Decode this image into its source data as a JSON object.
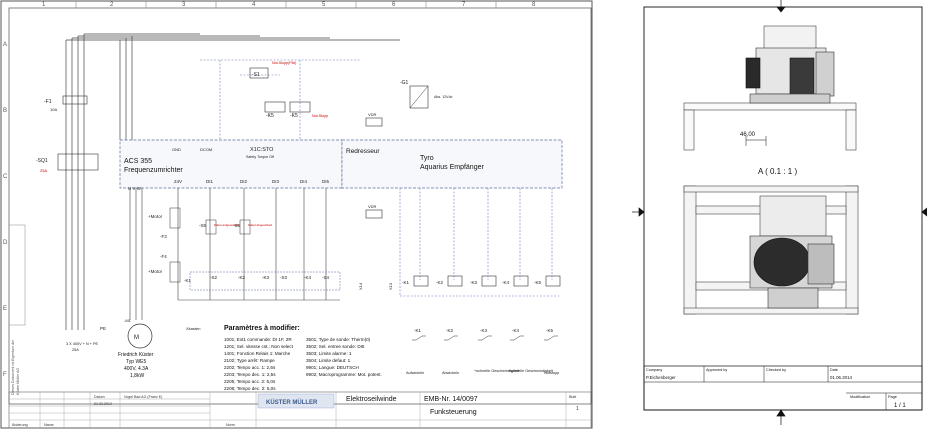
{
  "schematic": {
    "border_columns": [
      "1",
      "2",
      "3",
      "4",
      "5",
      "6",
      "7",
      "8"
    ],
    "border_rows": [
      "A",
      "B",
      "C",
      "D",
      "E",
      "F"
    ],
    "devices": {
      "f1": "-F1",
      "f1_rating": "10A",
      "q1": "-SQ1",
      "q1_rating": "25A",
      "x1": "X1",
      "s1": "-S1",
      "s1_note": "Not-Stopp(Pilz)",
      "k5a": "-K5",
      "k5b": "-K5",
      "k5_note": "Not-Stopp",
      "g1": "-G1",
      "g1_note": "Abs. 12Vdc",
      "vdr1": "VDR",
      "vdr2": "VDR",
      "gnd": "GND",
      "dcom": "DCOM",
      "x1c": "X1C:STO",
      "safety": "Safety Torque Off",
      "acs": "ACS 355",
      "fu": "Frequenzumrichter",
      "redresseur": "Redresseur",
      "tyro": "Tyro",
      "aquarius": "Aquarius Empfänger",
      "v24": "24V",
      "di1": "DI1",
      "di2": "DI2",
      "di3": "DI3",
      "di4": "DI4",
      "di5": "DI5",
      "uvw": "U  V  W",
      "s5": "-S5",
      "s5_note": "Kabel aufgewickelt",
      "s6": "-S6",
      "s6_note": "Kabel abgewickelt",
      "motor1": "+Motor",
      "motor2": "+Motor",
      "f3": "-F3",
      "f4": "-F4",
      "k1": "-K1",
      "s2": "-S2",
      "k2": "-K2",
      "k3": "-K3",
      "s3": "-S3",
      "k4": "-K4",
      "s4": "-S4",
      "x14": "X14",
      "x13": "X13",
      "pe": "PE",
      "m1": "-M1",
      "xkasten": "Xkasten",
      "net": "3 X 400V + N + PE",
      "net2": "25A",
      "motor_maker": "Friedrich Küster",
      "motor_type": "Typ WE5",
      "motor_volt": "400V, 4.3A",
      "motor_kw": "1,8kW"
    },
    "relay_outputs": [
      "-K1",
      "-K2",
      "-K3",
      "-K4",
      "-K5"
    ],
    "relay_legend": {
      "items": [
        {
          "name": "-K1",
          "text": "Aufwickeln"
        },
        {
          "name": "-K2",
          "text": "Abwickeln"
        },
        {
          "name": "-K3",
          "text": "+schnelle Geschwindigkeit"
        },
        {
          "name": "-K4",
          "text": "+schnelle Geschwindigkeit"
        },
        {
          "name": "-K5",
          "text": "Notstopp"
        }
      ]
    },
    "params": {
      "title": "Paramètres à modifier:",
      "col1": [
        "1001; Ext1 commande: DI 1F, 2R",
        "1201; Sel. vitesse cst.: Non select",
        "1401; Fonction Relais 1: Marche",
        "2102; Type arrêt: Rampe",
        "2202; Tempo acc. 1: 2,5s",
        "2203; Tempo dec. 1: 2,5s",
        "2205; Tempo acc. 2: 5,0s",
        "2206; Tempo dec. 2: 5,0s"
      ],
      "col2": [
        "3501; Type de sonde: Therm(0)",
        "3502; Sel. entree sonde: DI5",
        "3503; Limite alarme: 1",
        "3504; Limite defaut: 1",
        "9901; Langue: DEUTSCH",
        "9902; Macroprogramme: Mot. potent."
      ]
    },
    "titleblock": {
      "logo": "KÜSTER MÜLLER",
      "title": "Elektroseilwinde",
      "drawing_no": "EMB-Nr. 14/0097",
      "subtitle": "Funksteuerung",
      "date_label": "Datum",
      "date": "21.02.2014",
      "customer": "Vogel Bad AG (Franz E)",
      "rev_label": "Änderung",
      "name_label": "Name",
      "norm_label": "Norm",
      "sheet_label": "Blatt",
      "sheet": "1"
    },
    "side_notes": [
      "Dieses Dokument ist Eigentum der",
      "Küster Müller AG"
    ]
  },
  "drawing": {
    "section_label": "A ( 0.1 : 1 )",
    "dimension": "46,00",
    "table": {
      "company_label": "Company",
      "company": "P.Eichenberger",
      "approved_label": "Approved by",
      "checked_label": "Checked by",
      "date_label": "Date",
      "date": "01.06.2014",
      "modified_label": "Modification",
      "page_label": "Page",
      "page": "1 / 1"
    }
  }
}
